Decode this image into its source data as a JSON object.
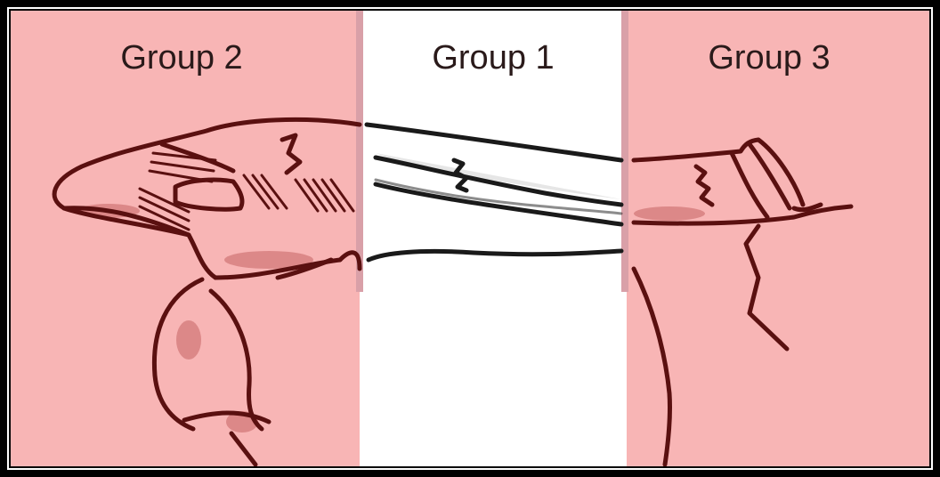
{
  "panels": [
    {
      "label": "Group 2"
    },
    {
      "label": "Group 1"
    },
    {
      "label": "Group 3"
    }
  ],
  "colors": {
    "panel_fill": "#f8b5b5",
    "center_fill": "#ffffff",
    "outline": "#5a1010",
    "divider": "#d9a0a8",
    "shade": "#c96b6b",
    "frame": "#000000"
  }
}
